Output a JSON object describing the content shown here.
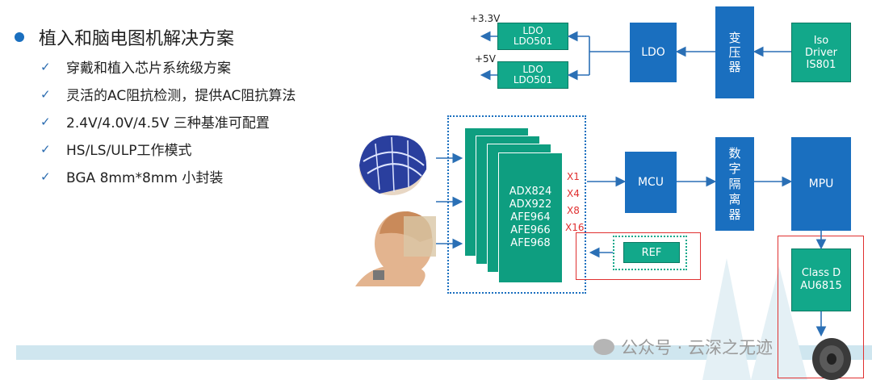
{
  "left_panel": {
    "title": "植入和脑电图机解决方案",
    "items": [
      "穿戴和植入芯片系统级方案",
      "灵活的AC阻抗检测，提供AC阻抗算法",
      "2.4V/4.0V/4.5V 三种基准可配置",
      "HS/LS/ULP工作模式",
      "BGA 8mm*8mm 小封装"
    ]
  },
  "power": {
    "rail_33": "+3.3V",
    "rail_5": "+5V",
    "ldo501_a": "LDO\nLDO501",
    "ldo501_b": "LDO\nLDO501",
    "ldo": "LDO",
    "transformer": "变\n压\n器",
    "iso_driver": "Iso\nDriver\nIS801"
  },
  "signal": {
    "afe_list": "ADX824\nADX922\nAFE964\nAFE966\nAFE968",
    "gains": [
      "X1",
      "X4",
      "X8",
      "X16"
    ],
    "mcu": "MCU",
    "isolator": "数\n字\n隔\n离\n器",
    "mpu": "MPU",
    "ref": "REF",
    "class_d": "Class D\nAU6815"
  },
  "watermark": "公众号 · 云深之无迹",
  "colors": {
    "blue": "#1a6fbf",
    "teal": "#12a88a",
    "accent_red": "#e03030",
    "band": "#cfe6ef"
  }
}
